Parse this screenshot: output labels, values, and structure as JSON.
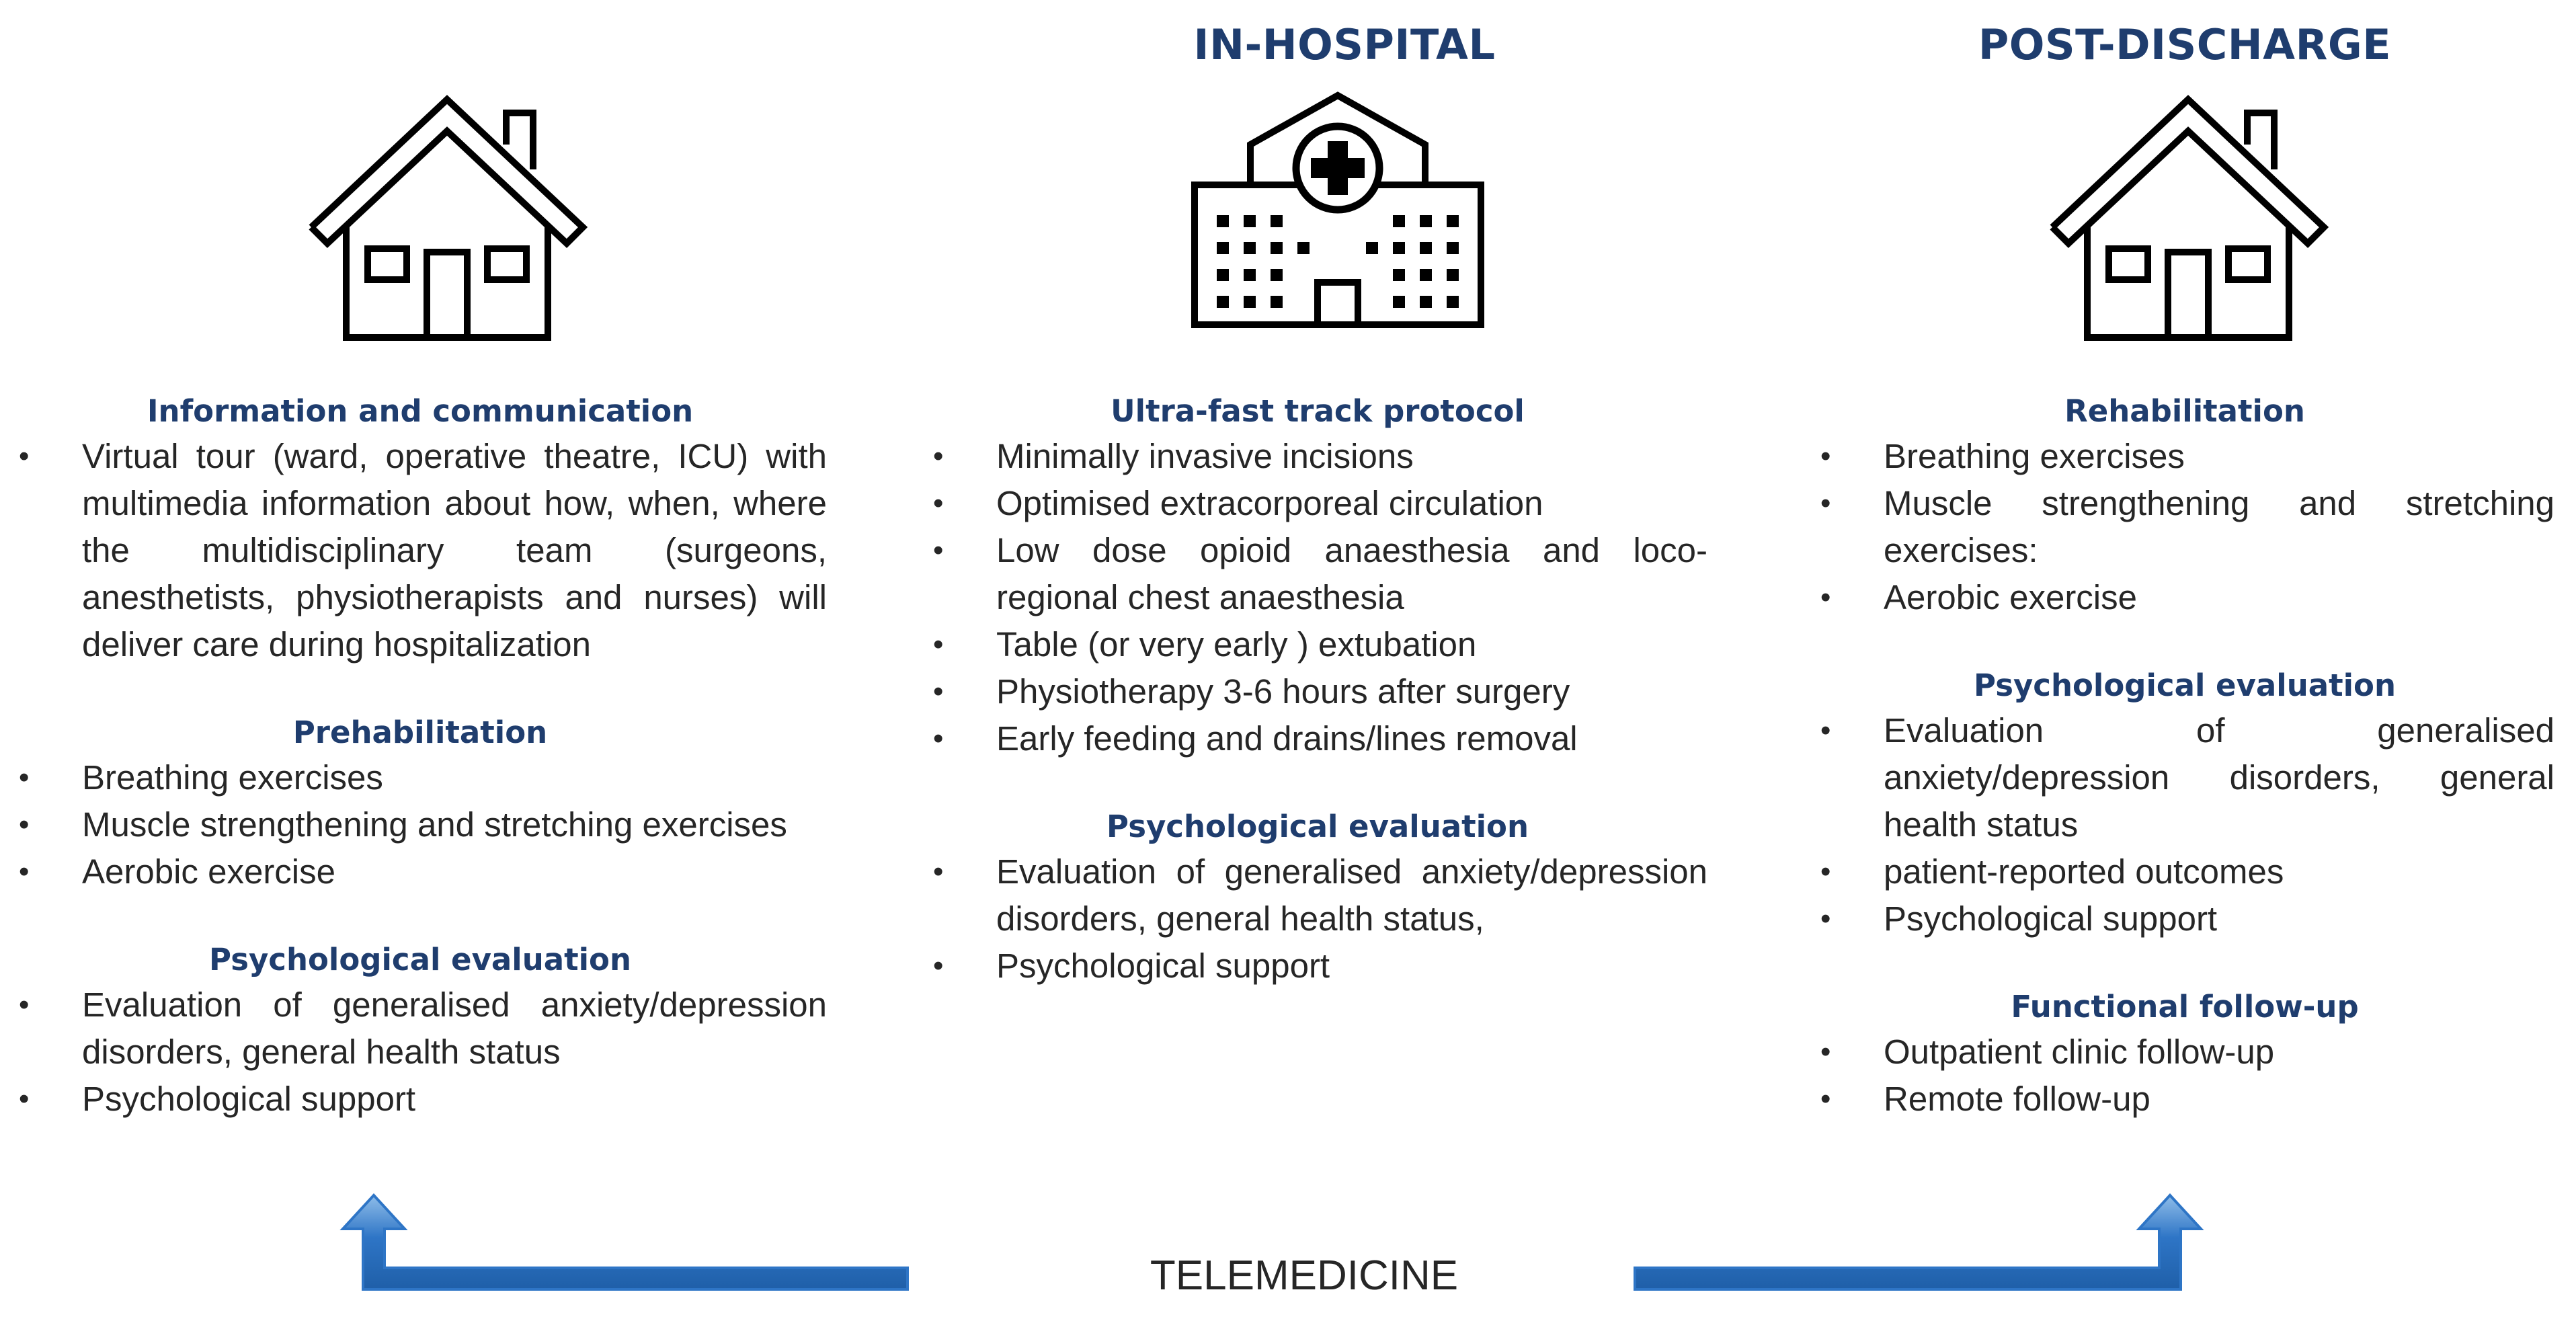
{
  "headings": {
    "pre": "",
    "in_hospital": "IN-HOSPITAL",
    "post_discharge": "POST-DISCHARGE"
  },
  "icons": {
    "pre": "house-icon",
    "in_hospital": "hospital-icon",
    "post": "house-icon"
  },
  "colors": {
    "heading": "#1f3d6e",
    "body_text": "#262626",
    "arrow_fill": "#2e75c6",
    "arrow_light": "#8fbde9"
  },
  "pre_admission": {
    "sections": [
      {
        "title": "Information and communication",
        "items": [
          "Virtual tour (ward, operative theatre,  ICU) with multimedia information about  how, when, where the multidisciplinary team (surgeons, anesthetists, physiotherapists and nurses) will deliver care during hospitalization"
        ]
      },
      {
        "title": "Prehabilitation",
        "items": [
          "Breathing exercises",
          "Muscle strengthening and stretching exercises",
          "Aerobic exercise"
        ]
      },
      {
        "title": "Psychological evaluation",
        "items": [
          "Evaluation of generalised anxiety/depression disorders, general health status",
          "Psychological support"
        ]
      }
    ]
  },
  "in_hospital": {
    "sections": [
      {
        "title": "Ultra-fast track protocol",
        "items": [
          "Minimally invasive incisions",
          "Optimised extracorporeal circulation",
          "Low dose opioid anaesthesia and loco-regional chest anaesthesia",
          "Table (or very early ) extubation",
          "Physiotherapy 3-6 hours after surgery",
          "Early  feeding and drains/lines removal"
        ]
      },
      {
        "title": "Psychological evaluation",
        "items": [
          "Evaluation of generalised anxiety/depression disorders, general health status,",
          "Psychological support"
        ]
      }
    ]
  },
  "post_discharge": {
    "sections": [
      {
        "title": "Rehabilitation",
        "items": [
          "Breathing exercises",
          "Muscle strengthening and stretching exercises:",
          "Aerobic exercise"
        ]
      },
      {
        "title": "Psychological evaluation",
        "items": [
          "Evaluation of generalised anxiety/depression disorders, general health status",
          "patient-reported outcomes",
          "Psychological support"
        ]
      },
      {
        "title": "Functional follow-up",
        "items": [
          "Outpatient clinic follow-up",
          "Remote follow-up"
        ]
      }
    ]
  },
  "connector": {
    "label": "TELEMEDICINE",
    "left_arrow": "up-arrow-icon",
    "right_arrow": "up-arrow-icon"
  }
}
